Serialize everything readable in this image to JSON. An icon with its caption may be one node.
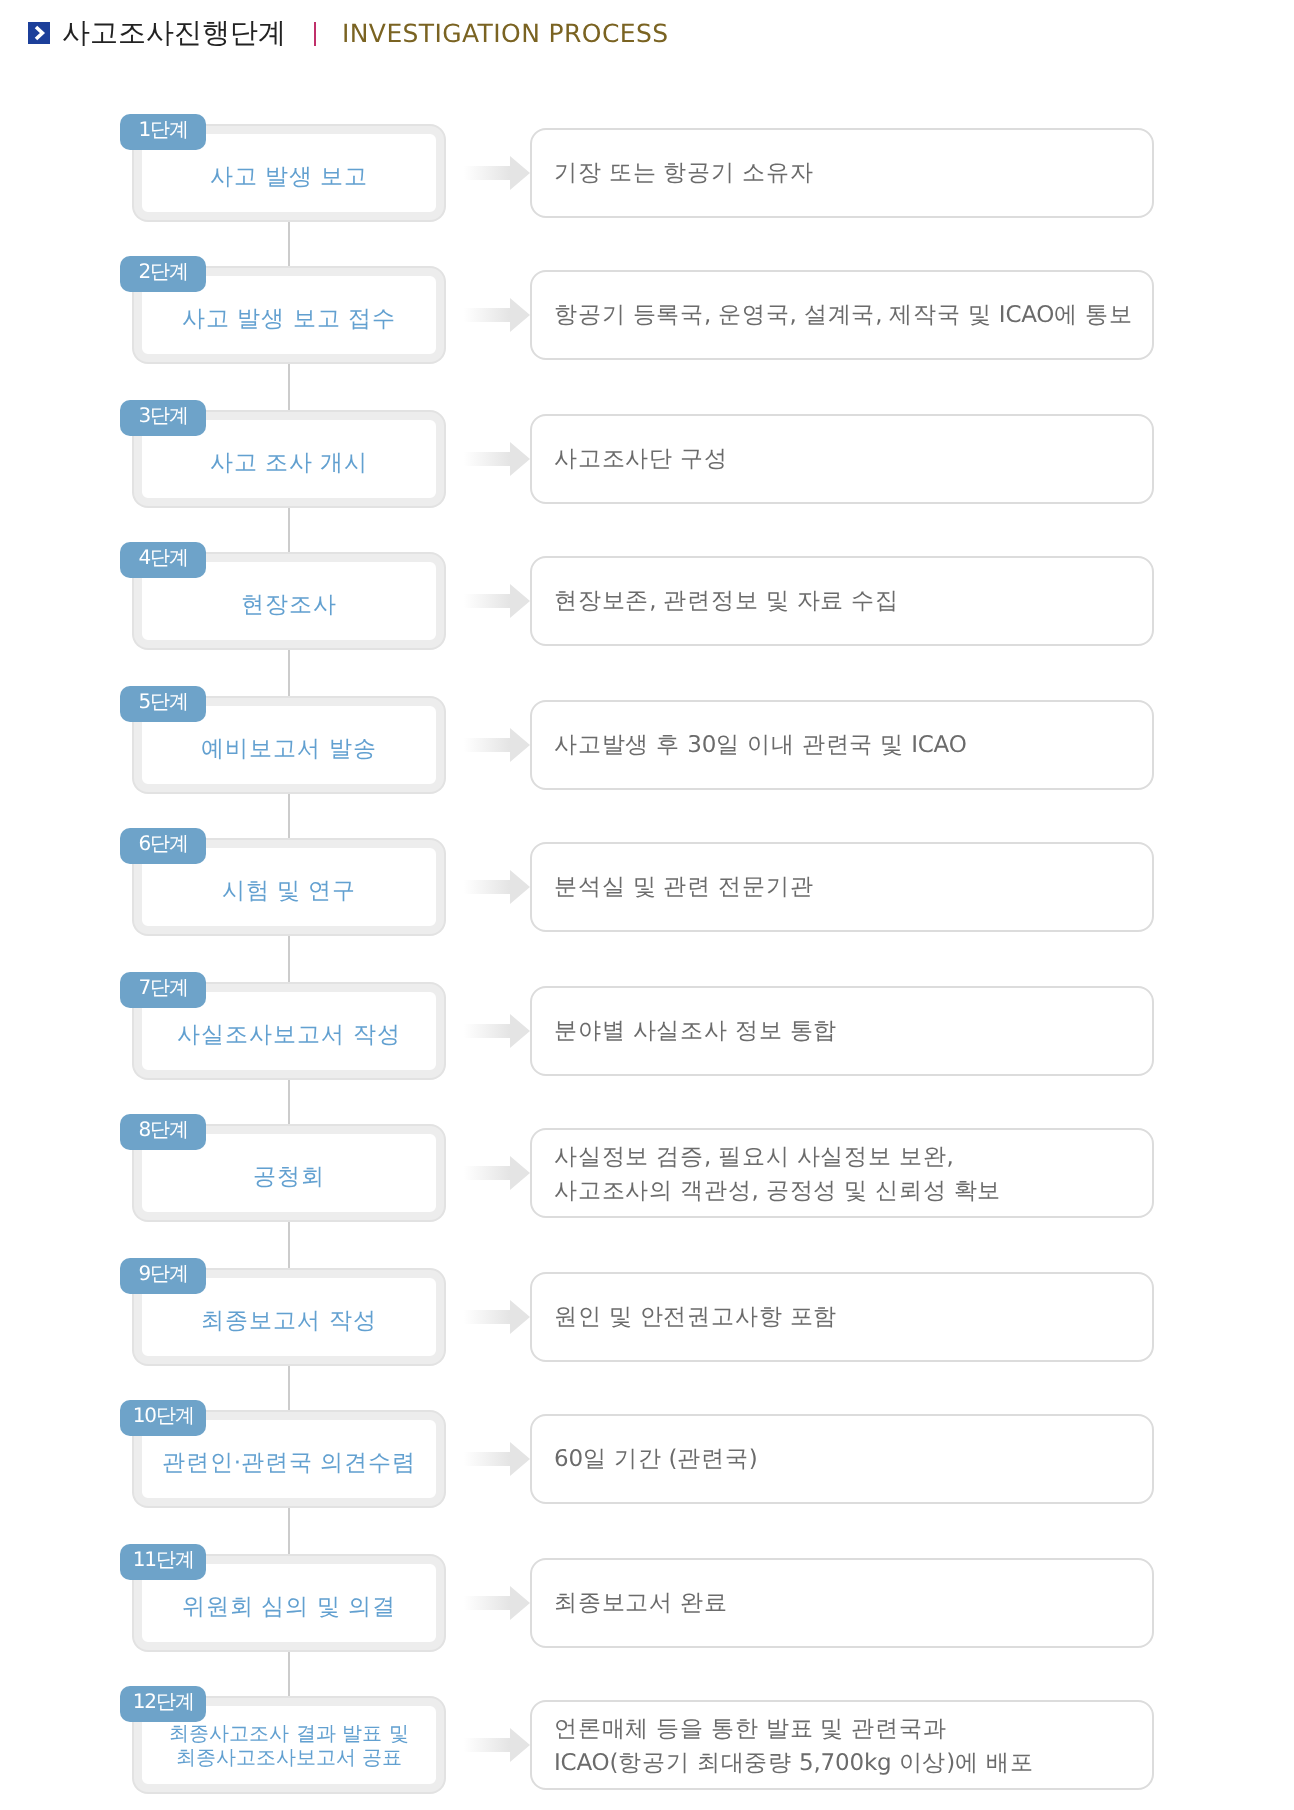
{
  "diagram": {
    "title": "사고조사진행단계",
    "labels": [
      "INVESTIGATION PROCESS"
    ],
    "nodes": [
      {
        "text": [
          "1단계",
          "사고 발생 보고"
        ]
      },
      {
        "text": [
          "기장 또는 항공기 소유자"
        ]
      },
      {
        "text": [
          "2단계",
          "사고 발생 보고 접수"
        ]
      },
      {
        "text": [
          "항공기 등록국, 운영국, 설계국, 제작국 및 ICAO에 통보"
        ]
      },
      {
        "text": [
          "3단계",
          "사고 조사 개시"
        ]
      },
      {
        "text": [
          "사고조사단 구성"
        ]
      },
      {
        "text": [
          "4단계",
          "현장조사"
        ]
      },
      {
        "text": [
          "현장보존, 관련정보 및 자료 수집"
        ]
      },
      {
        "text": [
          "5단계",
          "예비보고서 발송"
        ]
      },
      {
        "text": [
          "사고발생 후 30일 이내 관련국 및 ICAO"
        ]
      },
      {
        "text": [
          "6단계",
          "시험 및 연구"
        ]
      },
      {
        "text": [
          "분석실 및 관련 전문기관"
        ]
      },
      {
        "text": [
          "7단계",
          "사실조사보고서 작성"
        ]
      },
      {
        "text": [
          "분야별 사실조사 정보 통합"
        ]
      },
      {
        "text": [
          "8단계",
          "공청회"
        ]
      },
      {
        "text": [
          "사실정보 검증, 필요시 사실정보 보완, 사고조사의 객관성, 공정성 및 신뢰성 확보"
        ]
      },
      {
        "text": [
          "9단계",
          "최종보고서 작성"
        ]
      },
      {
        "text": [
          "원인 및 안전권고사항 포함"
        ]
      },
      {
        "text": [
          "10단계",
          "관련인·관련국 의견수렴"
        ]
      },
      {
        "text": [
          "60일 기간 (관련국)"
        ]
      },
      {
        "text": [
          "11단계",
          "위원회 심의 및 의결"
        ]
      },
      {
        "text": [
          "최종보고서 완료"
        ]
      },
      {
        "text": [
          "12단계",
          "최종사고조사 결과 발표 및 최종사고조사보고서 공표"
        ]
      },
      {
        "text": [
          "언론매체 등을 통한 발표 및 관련국과 ICAO(항공기 최대중량 5,700kg 이상)에 배포"
        ]
      }
    ],
    "edges": [
      {
        "from": 0,
        "to": 1,
        "arrow": "to",
        "style": "thick"
      },
      {
        "from": 0,
        "to": 2,
        "arrow": "none",
        "color": "#cccccc"
      },
      {
        "from": 2,
        "to": 3,
        "arrow": "to",
        "style": "thick"
      },
      {
        "from": 2,
        "to": 4,
        "arrow": "none",
        "color": "#cccccc"
      },
      {
        "from": 4,
        "to": 5,
        "arrow": "to",
        "style": "thick"
      },
      {
        "from": 4,
        "to": 6,
        "arrow": "none",
        "color": "#cccccc"
      },
      {
        "from": 6,
        "to": 7,
        "arrow": "to",
        "style": "thick"
      },
      {
        "from": 6,
        "to": 8,
        "arrow": "none",
        "color": "#cccccc"
      },
      {
        "from": 8,
        "to": 9,
        "arrow": "to",
        "style": "thick"
      },
      {
        "from": 8,
        "to": 10,
        "arrow": "none",
        "color": "#cccccc"
      },
      {
        "from": 10,
        "to": 11,
        "arrow": "to",
        "style": "thick"
      },
      {
        "from": 10,
        "to": 12,
        "arrow": "none",
        "color": "#cccccc"
      },
      {
        "from": 12,
        "to": 13,
        "arrow": "to",
        "style": "thick"
      },
      {
        "from": 12,
        "to": 14,
        "arrow": "none",
        "color": "#cccccc"
      },
      {
        "from": 14,
        "to": 15,
        "arrow": "to",
        "style": "thick"
      },
      {
        "from": 14,
        "to": 16,
        "arrow": "none",
        "color": "#cccccc"
      },
      {
        "from": 16,
        "to": 17,
        "arrow": "to",
        "style": "thick"
      },
      {
        "from": 16,
        "to": 18,
        "arrow": "none",
        "color": "#cccccc"
      },
      {
        "from": 18,
        "to": 19,
        "arrow": "to",
        "style": "thick"
      },
      {
        "from": 18,
        "to": 20,
        "arrow": "none",
        "color": "#cccccc"
      },
      {
        "from": 20,
        "to": 21,
        "arrow": "to",
        "style": "thick"
      },
      {
        "from": 20,
        "to": 22,
        "arrow": "none",
        "color": "#cccccc"
      },
      {
        "from": 22,
        "to": 23,
        "arrow": "to",
        "style": "thick"
      }
    ]
  }
}
